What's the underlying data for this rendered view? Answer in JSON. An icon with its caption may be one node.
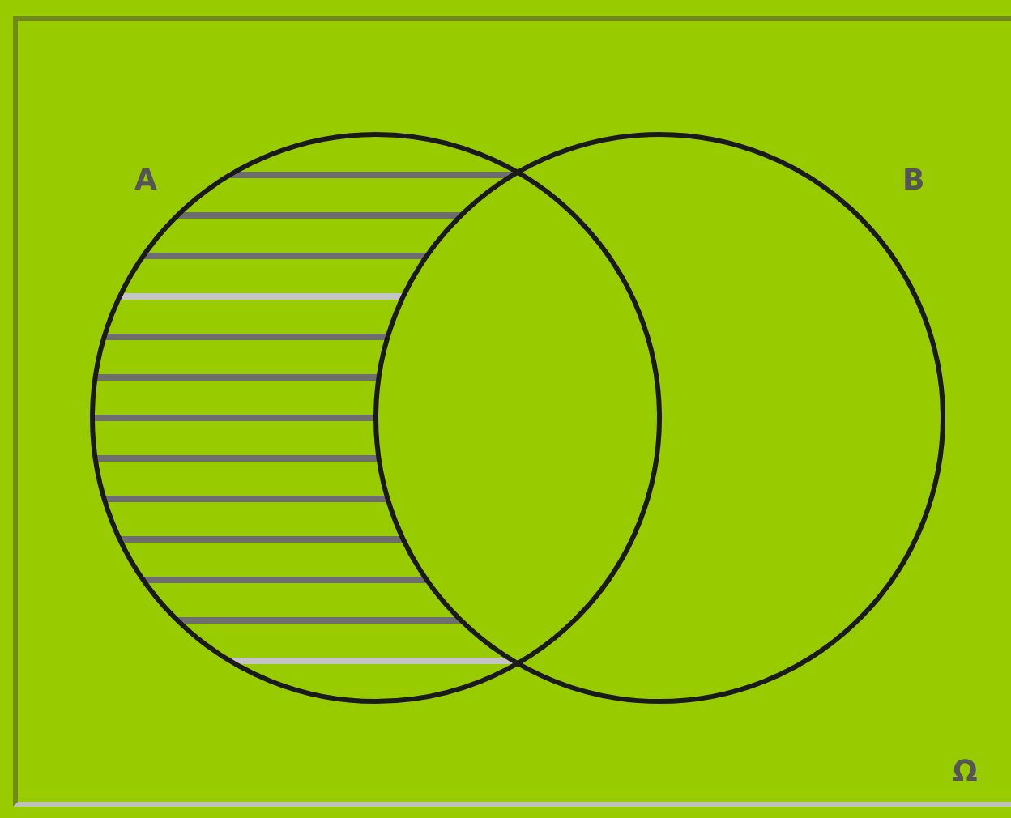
{
  "diagram": {
    "nodes": [
      {
        "text": [
          "Ω"
        ]
      },
      {
        "text": [
          "A"
        ],
        "in": 0
      },
      {
        "text": [
          "B"
        ],
        "in": 0
      }
    ]
  }
}
